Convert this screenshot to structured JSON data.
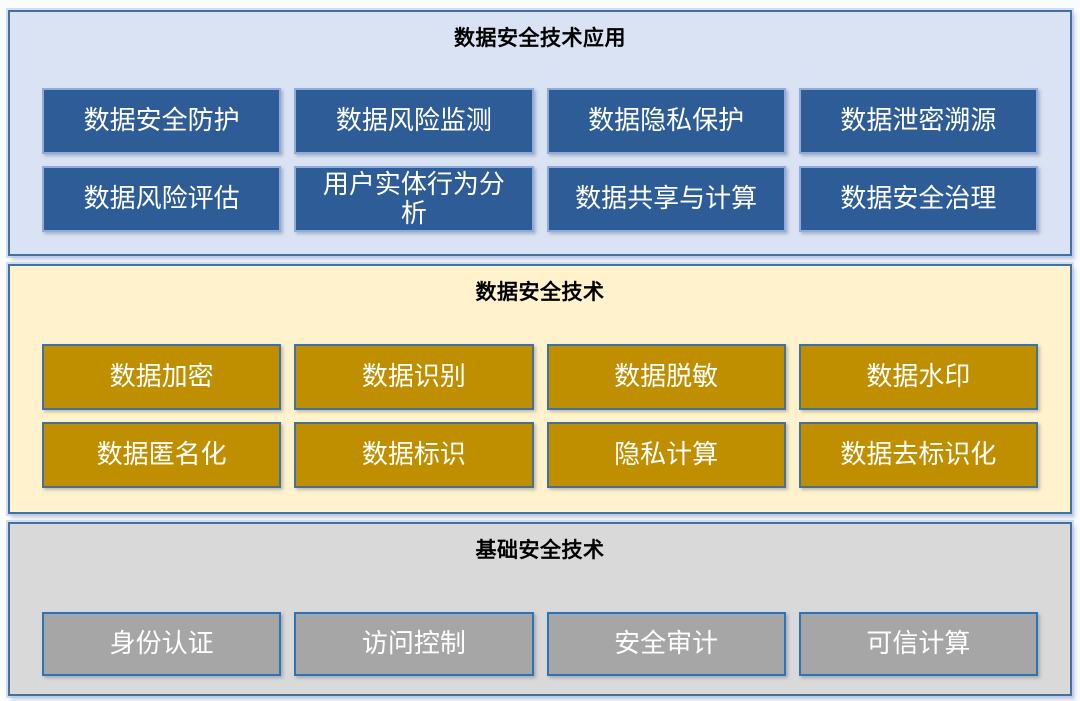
{
  "sections": [
    {
      "title": "数据安全技术应用",
      "items": [
        "数据安全防护",
        "数据风险监测",
        "数据隐私保护",
        "数据泄密溯源",
        "数据风险评估",
        "用户实体行为分\n析",
        "数据共享与计算",
        "数据安全治理"
      ]
    },
    {
      "title": "数据安全技术",
      "items": [
        "数据加密",
        "数据识别",
        "数据脱敏",
        "数据水印",
        "数据匿名化",
        "数据标识",
        "隐私计算",
        "数据去标识化"
      ]
    },
    {
      "title": "基础安全技术",
      "items": [
        "身份认证",
        "访问控制",
        "安全审计",
        "可信计算"
      ]
    }
  ],
  "colors": {
    "page_background": "#FBFCFE",
    "section_border": "#41719C",
    "applications_background": "#DAE3F3",
    "applications_box_fill": "#2E5C96",
    "applications_box_border": "#8FAADC",
    "technologies_background": "#FFF2CC",
    "technologies_box_fill": "#BF8F00",
    "technologies_box_border": "#41719C",
    "basic_background": "#D9D9D9",
    "basic_box_fill": "#A6A6A6",
    "basic_box_border": "#2E74B5",
    "title_color": "#000000",
    "box_text_color": "#FFFFFF"
  }
}
